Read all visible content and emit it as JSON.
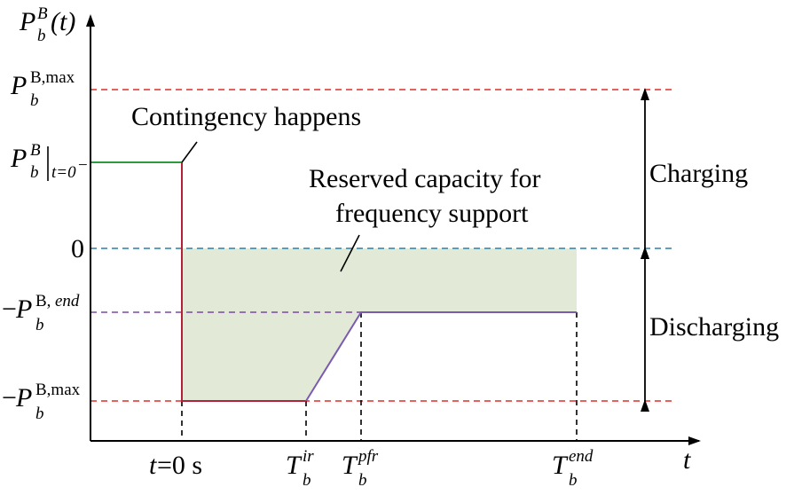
{
  "diagram": {
    "y_axis_label": {
      "main": "P",
      "sub": "b",
      "sup": "B",
      "arg": "(t)"
    },
    "x_axis_label": "t",
    "y_levels": {
      "pmax": {
        "main": "P",
        "sub": "b",
        "sup": "B,max"
      },
      "pinit": {
        "main": "P",
        "sub": "b",
        "sup": "B",
        "cond": "t=0",
        "cond_sup": "−"
      },
      "zero": "0",
      "neg_pend": {
        "sign": "−",
        "main": "P",
        "sub": "b",
        "sup": "B,",
        "sup_it": "end"
      },
      "neg_pmax": {
        "sign": "−",
        "main": "P",
        "sub": "b",
        "sup": "B,max"
      }
    },
    "x_ticks": {
      "t0": {
        "var": "t",
        "rest": "=0 s"
      },
      "tir": {
        "main": "T",
        "sub": "b",
        "sup": "ir"
      },
      "tpfr": {
        "main": "T",
        "sub": "b",
        "sup": "pfr"
      },
      "tend": {
        "main": "T",
        "sub": "b",
        "sup": "end"
      }
    },
    "annotations": {
      "contingency": "Contingency happens",
      "reserved_line1": "Reserved capacity for",
      "reserved_line2": "frequency support",
      "charging": "Charging",
      "discharging": "Discharging"
    },
    "colors": {
      "pmax_dashed": "#d9302c",
      "zero_dashed": "#2e7fa3",
      "pend_dashed": "#7a4aa0",
      "initial_line": "#2e9a3e",
      "drop_line": "#b3203a",
      "ramp_line": "#7b5bb0",
      "shaded_area": "#e2ead7"
    }
  }
}
